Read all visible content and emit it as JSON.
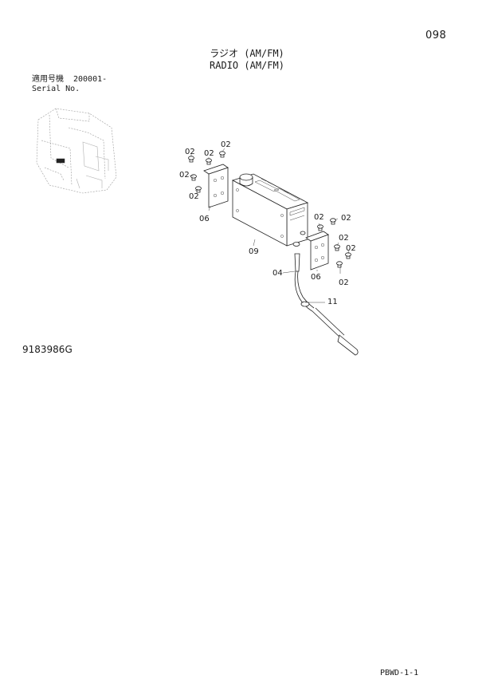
{
  "page": {
    "number": "098",
    "title_jp": "ラジオ (AM/FM)",
    "title_en": "RADIO (AM/FM)",
    "serial_label_jp": "適用号機",
    "serial_label_en": "Serial No.",
    "serial_value": "200001-",
    "drawing_number": "9183986G",
    "footer_code": "PBWD-1-1"
  },
  "callouts": {
    "c02_a": "02",
    "c02_b": "02",
    "c02_c": "02",
    "c02_d": "02",
    "c02_e": "02",
    "c02_f": "02",
    "c02_g": "02",
    "c02_h": "02",
    "c02_i": "02",
    "c02_j": "02",
    "c04": "04",
    "c06_left": "06",
    "c06_right": "06",
    "c09": "09",
    "c11": "11"
  }
}
